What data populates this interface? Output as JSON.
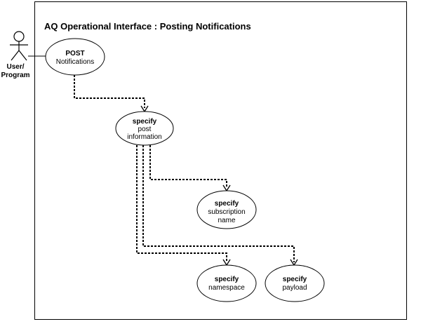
{
  "title": "AQ Operational Interface : Posting Notifications",
  "actor": {
    "line1": "User/",
    "line2": "Program"
  },
  "use_cases": {
    "post": {
      "bold": "POST",
      "text": "Notifications"
    },
    "post_info": {
      "bold": "specify",
      "line1": "post",
      "line2": "information"
    },
    "subscription": {
      "bold": "specify",
      "line1": "subscription",
      "line2": "name"
    },
    "namespace": {
      "bold": "specify",
      "line1": "namespace"
    },
    "payload": {
      "bold": "specify",
      "line1": "payload"
    }
  }
}
